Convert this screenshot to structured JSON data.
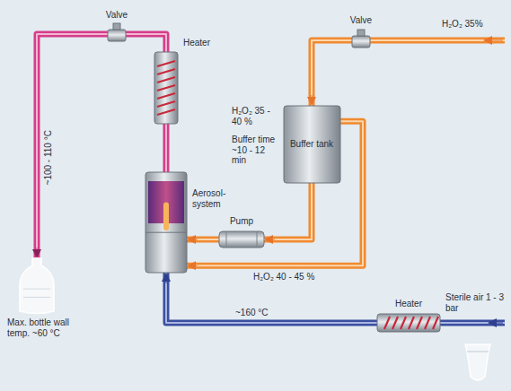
{
  "diagram": {
    "nodes": [
      {
        "text": [
          "Valve"
        ]
      },
      {
        "text": [
          "Heater"
        ]
      },
      {
        "text": [
          "Aerosol-system"
        ]
      },
      {
        "text": [
          "Buffer tank"
        ]
      },
      {
        "text": [
          "Pump"
        ]
      },
      {
        "text": [
          "Valve"
        ]
      },
      {
        "text": [
          "Heater"
        ]
      },
      {
        "text": [
          "Max. bottle wall temp. ~60 °C"
        ]
      }
    ],
    "edges": [
      {
        "from": 2,
        "to": 1,
        "arrow": "none"
      },
      {
        "from": 1,
        "to": 0,
        "arrow": "none"
      },
      {
        "from": 0,
        "to": 7,
        "arrow": "to"
      },
      {
        "from": 5,
        "to": 3,
        "arrow": "to"
      },
      {
        "from": 3,
        "to": 4,
        "arrow": "to"
      },
      {
        "from": 4,
        "to": 2,
        "arrow": "to"
      },
      {
        "from": 3,
        "to": 2,
        "arrow": "to"
      },
      {
        "from": 6,
        "to": 2,
        "arrow": "to"
      }
    ],
    "labels": [
      "H₂O₂ 35%",
      "~100 - 110 °C",
      "H₂O₂ 35 - 40 %",
      "Buffer time ~10 - 12 min",
      "H₂O₂ 40 - 45 %",
      "~160 °C",
      "Sterile air 1 - 3 bar"
    ]
  }
}
